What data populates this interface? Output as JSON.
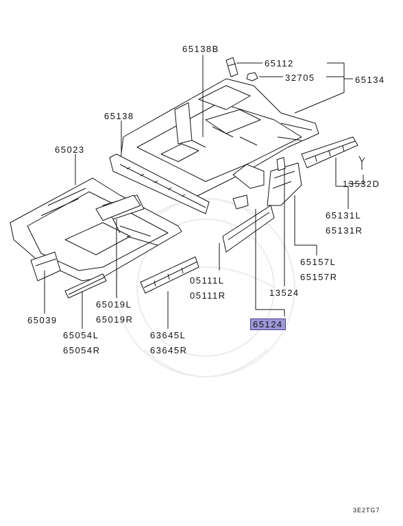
{
  "part_labels": {
    "p65138B": "65138B",
    "p65112": "65112",
    "p32705": "32705",
    "p65134": "65134",
    "p65138": "65138",
    "p65023": "65023",
    "p13532D": "13532D",
    "p65131L": "65131L",
    "p65131R": "65131R",
    "p65157L": "65157L",
    "p65157R": "65157R",
    "p05111L": "05111L",
    "p05111R": "05111R",
    "p13524": "13524",
    "p65124": "65124",
    "p65019L": "65019L",
    "p65019R": "65019R",
    "p65039": "65039",
    "p65054L": "65054L",
    "p65054R": "65054R",
    "p63645L": "63645L",
    "p63645R": "63645R"
  },
  "highlighted_part": "65124",
  "highlight_color": "#9d98d8",
  "diagram_code": "3E2TG7"
}
